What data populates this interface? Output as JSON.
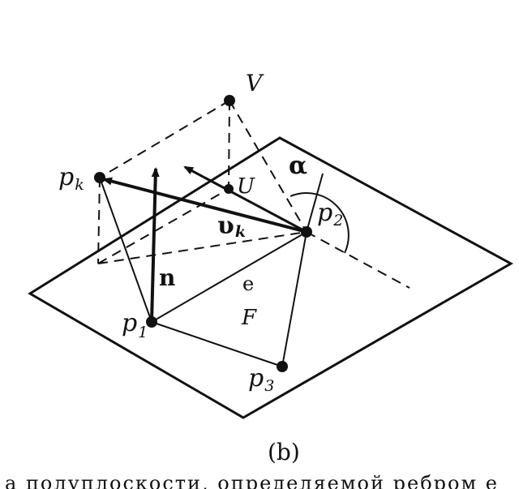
{
  "labels": {
    "V": "V",
    "U": "U",
    "alpha": "α",
    "pk": "p",
    "pk_sub": "k",
    "p2": "p",
    "p2_sub": "2",
    "p1": "p",
    "p1_sub": "1",
    "p3": "p",
    "p3_sub": "3",
    "vk": "υ",
    "vk_sub": "k",
    "n": "n",
    "e": "e",
    "F": "F"
  },
  "caption": "(b)",
  "bottom_text": "а полуплоскости, определяемой ребром е"
}
